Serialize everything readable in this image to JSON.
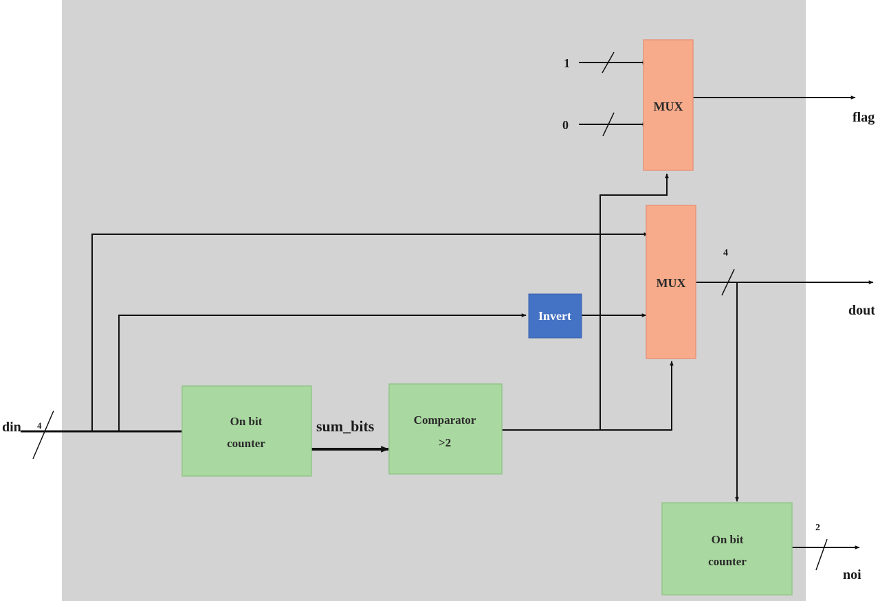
{
  "diagram": {
    "background_color": "#d3d3d3",
    "colors": {
      "mux": "#f7ab8a",
      "counter": "#a9d8a0",
      "invert": "#4472c4",
      "wire": "#111111"
    },
    "inputs": {
      "din": "din",
      "din_width": "4",
      "const_1": "1",
      "const_0": "0"
    },
    "outputs": {
      "flag": "flag",
      "dout": "dout",
      "dout_width": "4",
      "noi": "noi",
      "noi_width": "2"
    },
    "blocks": {
      "counter_1": {
        "line1": "On bit",
        "line2": "counter"
      },
      "comparator": {
        "line1": "Comparator",
        "line2": ">2"
      },
      "invert": "Invert",
      "mux_flag": "MUX",
      "mux_dout": "MUX",
      "counter_2": {
        "line1": "On bit",
        "line2": "counter"
      }
    },
    "signals": {
      "sum_bits": "sum_bits"
    }
  }
}
